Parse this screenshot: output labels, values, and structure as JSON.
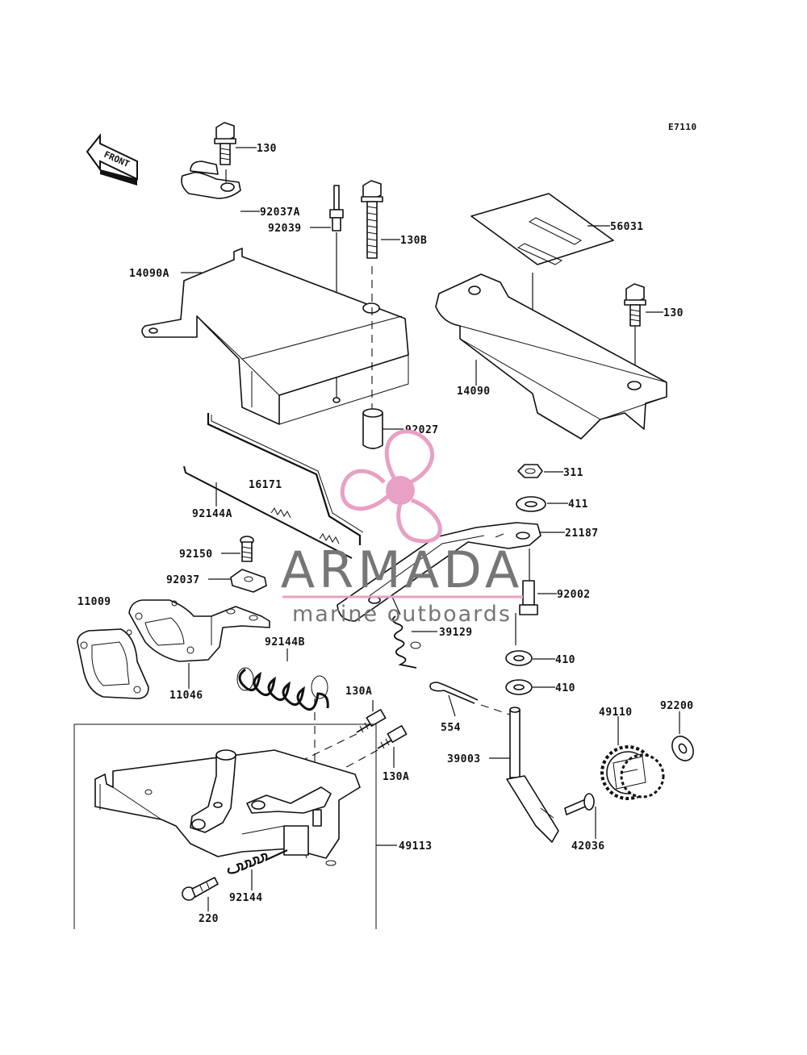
{
  "diagram_code": "E7110",
  "front_label": "FRONT",
  "parts": {
    "p130_top": "130",
    "p92037A": "92037A",
    "p92039": "92039",
    "p130B": "130B",
    "p14090A": "14090A",
    "p56031": "56031",
    "p130_right": "130",
    "p14090": "14090",
    "p92027": "92027",
    "p311": "311",
    "p411": "411",
    "p16171": "16171",
    "p92144A": "92144A",
    "p21187": "21187",
    "p92150": "92150",
    "p92037": "92037",
    "p92002": "92002",
    "p11009": "11009",
    "p39129": "39129",
    "p92144B": "92144B",
    "p410_a": "410",
    "p410_b": "410",
    "p11046": "11046",
    "p130A_a": "130A",
    "p130A_b": "130A",
    "p554": "554",
    "p49110": "49110",
    "p92200": "92200",
    "p39003": "39003",
    "p49113": "49113",
    "p42036": "42036",
    "p92144": "92144",
    "p220": "220"
  },
  "watermark": {
    "brand": "ARMADA",
    "tagline": "marine outboards",
    "logo_color": "#e8a0c4",
    "text_color": "#767676"
  }
}
